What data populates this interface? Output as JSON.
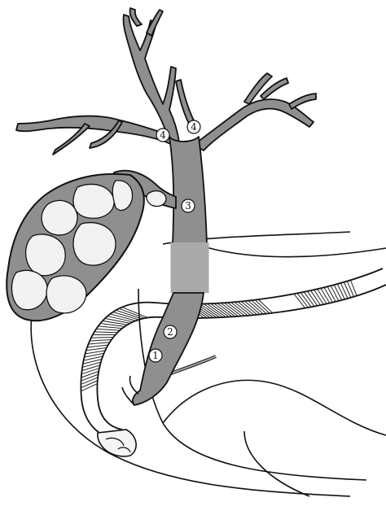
{
  "colors": {
    "duct": "#8f8f8f",
    "duct_light": "#a9a9a9",
    "stones": "#f2f2f2",
    "outline": "#111111",
    "background": "#ffffff"
  },
  "markers": {
    "m1": "1",
    "m2": "2",
    "m3": "3",
    "m4_left": "4",
    "m4_right": "4"
  }
}
